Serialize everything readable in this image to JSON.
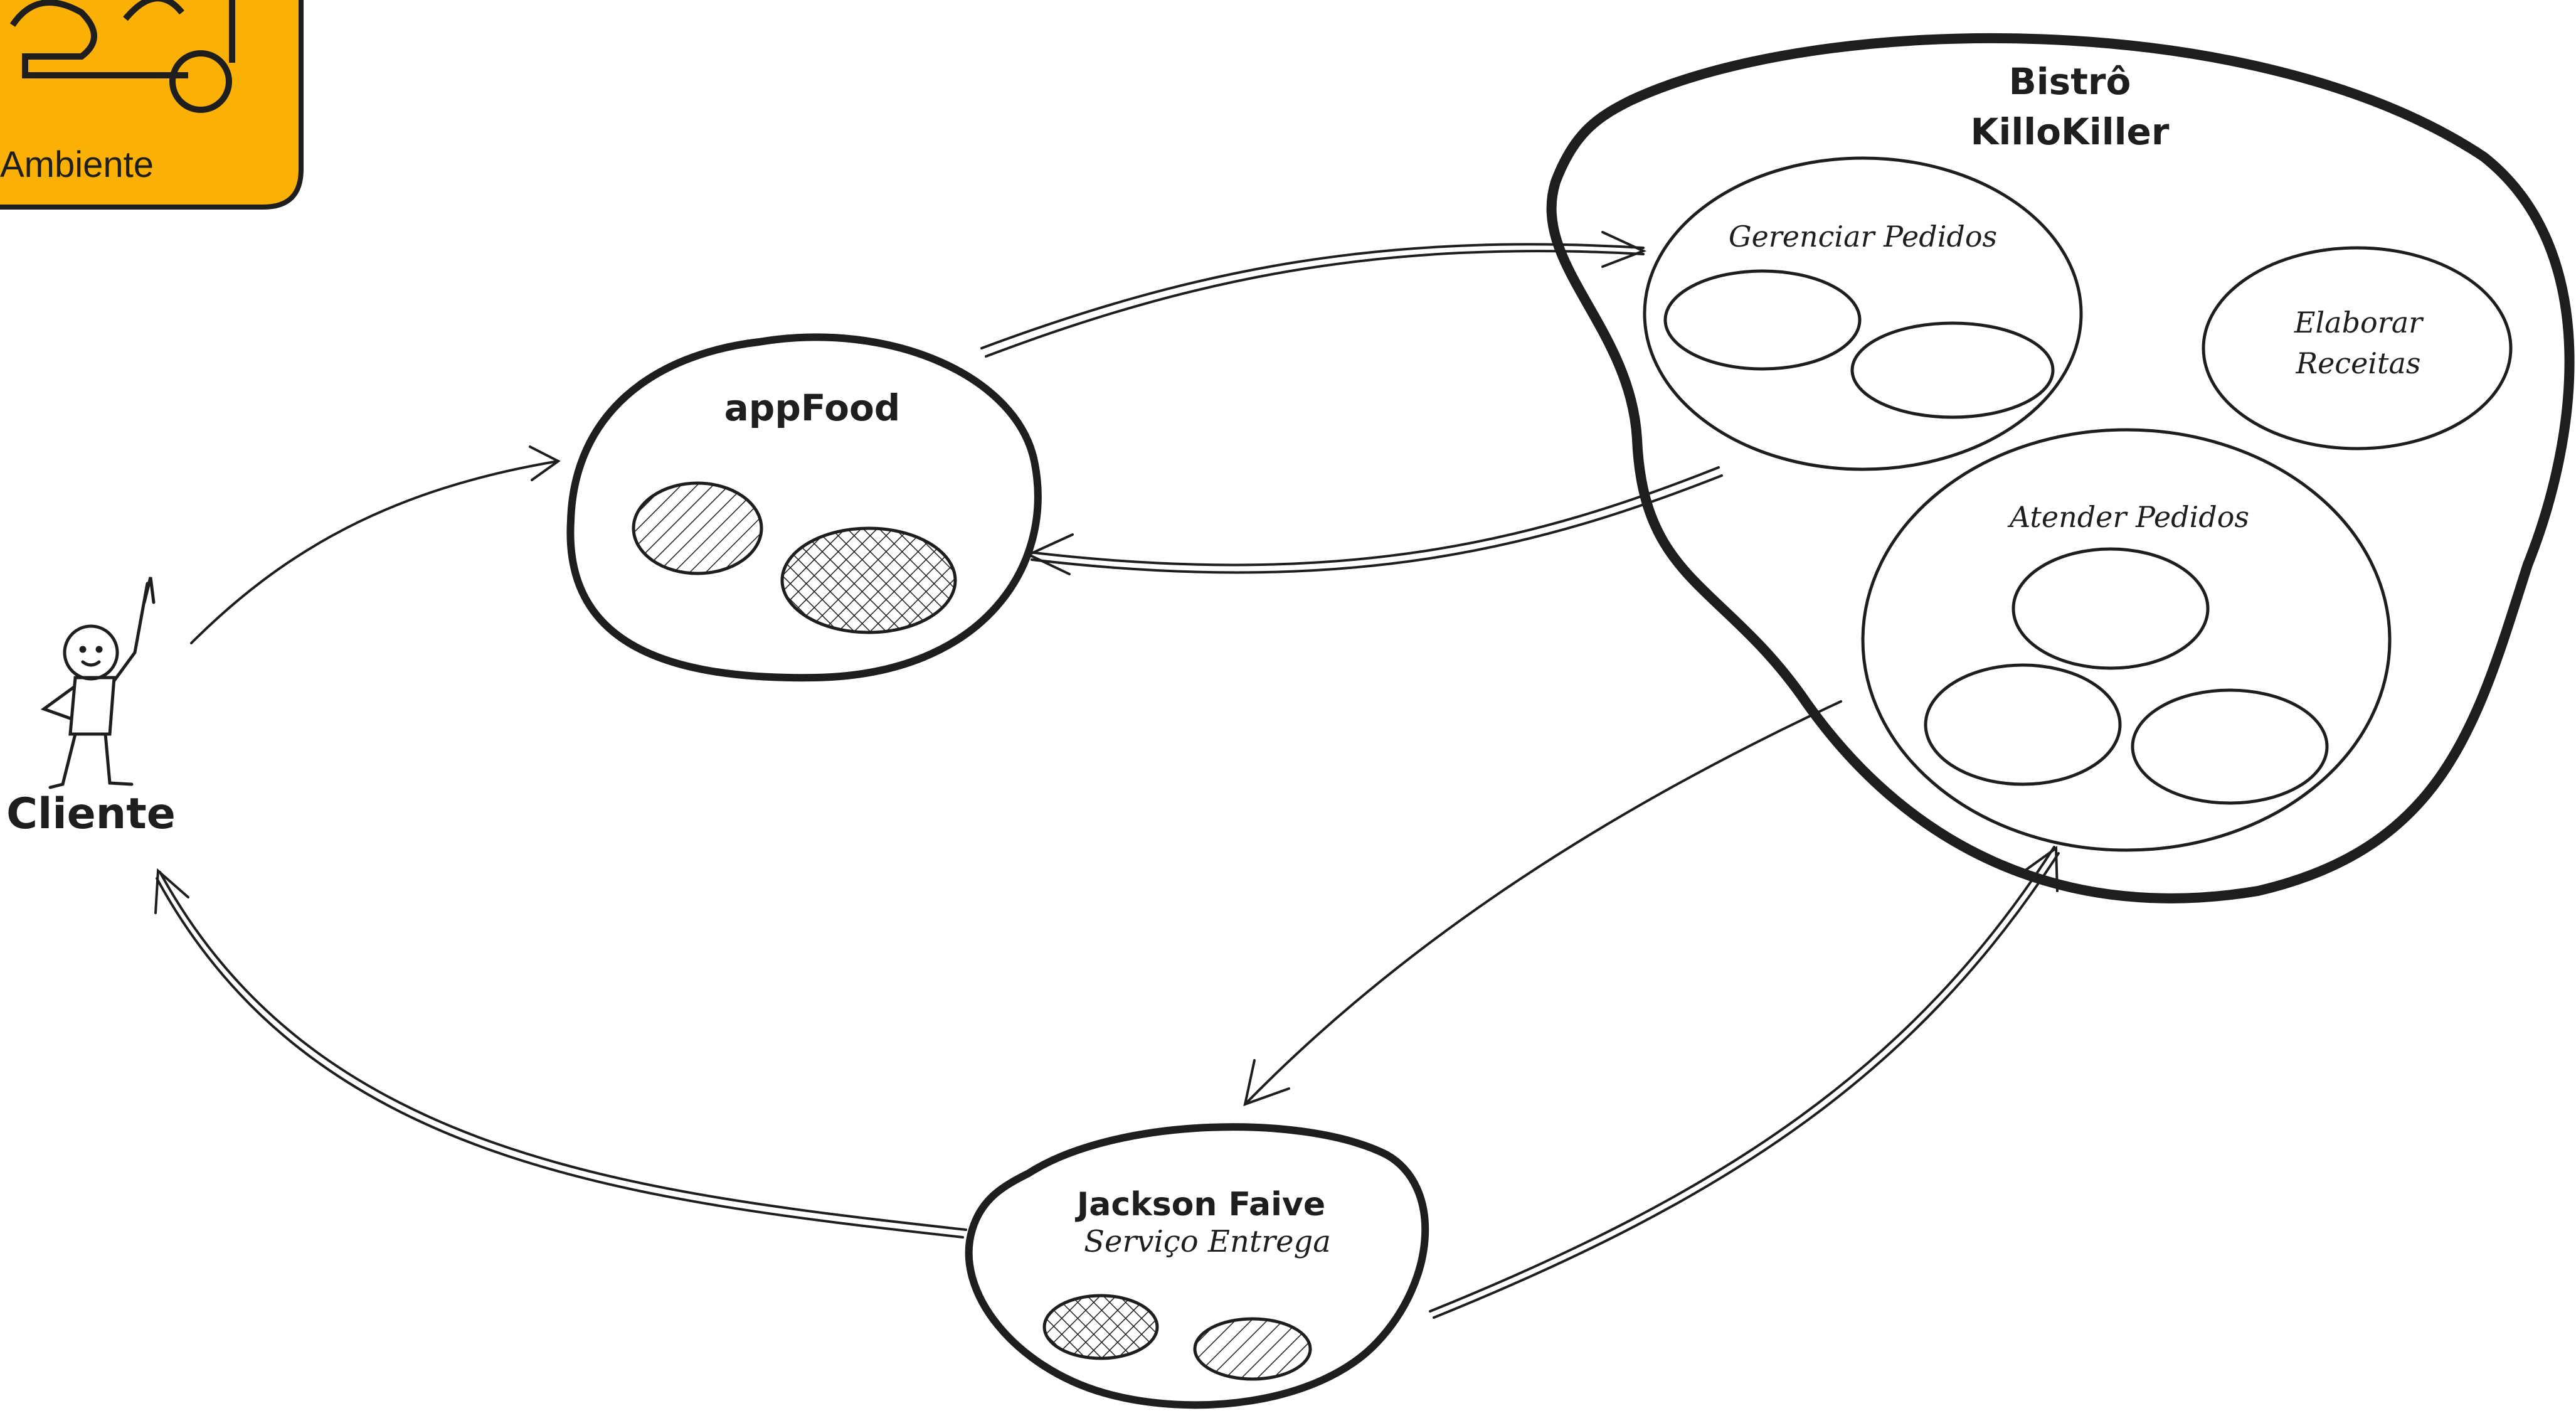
{
  "legend": {
    "label": "Ambiente",
    "color": "#fab005",
    "icon": "environment-icon"
  },
  "actor": {
    "label": "Cliente",
    "icon": "stick-figure-icon"
  },
  "nodes": {
    "appfood": {
      "title": "appFood"
    },
    "bistro": {
      "title_line1": "Bistrô",
      "title_line2": "KilloKiller",
      "gerenciar": {
        "label": "Gerenciar Pedidos"
      },
      "elaborar": {
        "label_line1": "Elaborar",
        "label_line2": "Receitas"
      },
      "atender": {
        "label": "Atender Pedidos"
      }
    },
    "jackson": {
      "title": "Jackson Faive",
      "subtitle": "Serviço Entrega"
    }
  },
  "colors": {
    "stroke": "#1e1e1e",
    "legend_fill": "#fab005",
    "background": "#ffffff"
  }
}
